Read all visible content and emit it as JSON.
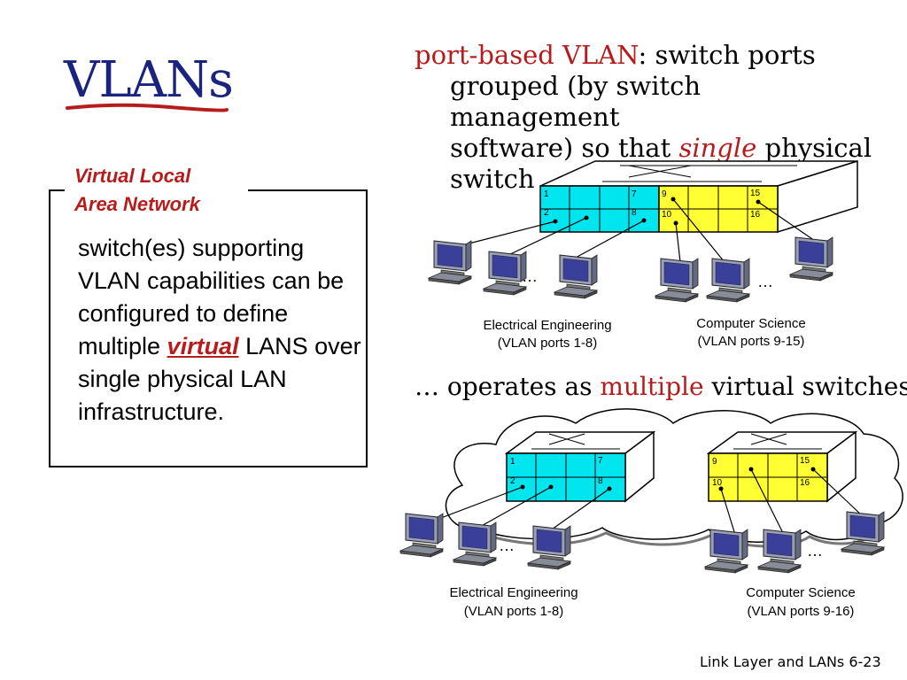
{
  "slide": {
    "title": "VLANs",
    "heading1": {
      "a": "port-based ",
      "b": "VLAN",
      "c": ": switch ports",
      "d": "grouped (by switch management",
      "e": "software) so that ",
      "f": "single",
      "g": " physical",
      "h": "switch ……"
    },
    "box": {
      "tab_line1": "Virtual Local",
      "tab_line2": "Area Network",
      "text_pre": "switch(es) supporting VLAN capabilities can be configured to define multiple ",
      "text_virtual": "virtual",
      "text_post": " LANS over single physical LAN infrastructure."
    },
    "heading2": {
      "a": "… operates as ",
      "b": "multiple",
      "c": " virtual switches"
    },
    "footer": "Link Layer and LANs  6-23"
  },
  "diagram": {
    "top_ports": {
      "p1": "1",
      "p2": "2",
      "p7": "7",
      "p8": "8",
      "p9": "9",
      "p10": "10",
      "p15": "15",
      "p16": "16"
    },
    "top_dots": "…",
    "top_caption_ee_1": "Electrical Engineering",
    "top_caption_ee_2": "(VLAN ports 1-8)",
    "top_caption_cs_1": "Computer Science",
    "top_caption_cs_2": "(VLAN ports 9-15)",
    "bottom_left_ports": {
      "p1": "1",
      "p2": "2",
      "p7": "7",
      "p8": "8"
    },
    "bottom_right_ports": {
      "p9": "9",
      "p10": "10",
      "p15": "15",
      "p16": "16"
    },
    "bottom_caption_ee_1": "Electrical Engineering",
    "bottom_caption_ee_2": "(VLAN ports 1-8)",
    "bottom_caption_cs_1": "Computer Science",
    "bottom_caption_cs_2": "(VLAN ports 9-16)",
    "colors": {
      "ee": "#00e5ee",
      "cs": "#ffff33",
      "accent_red": "#b71c1c",
      "title_blue": "#1a237e"
    }
  }
}
